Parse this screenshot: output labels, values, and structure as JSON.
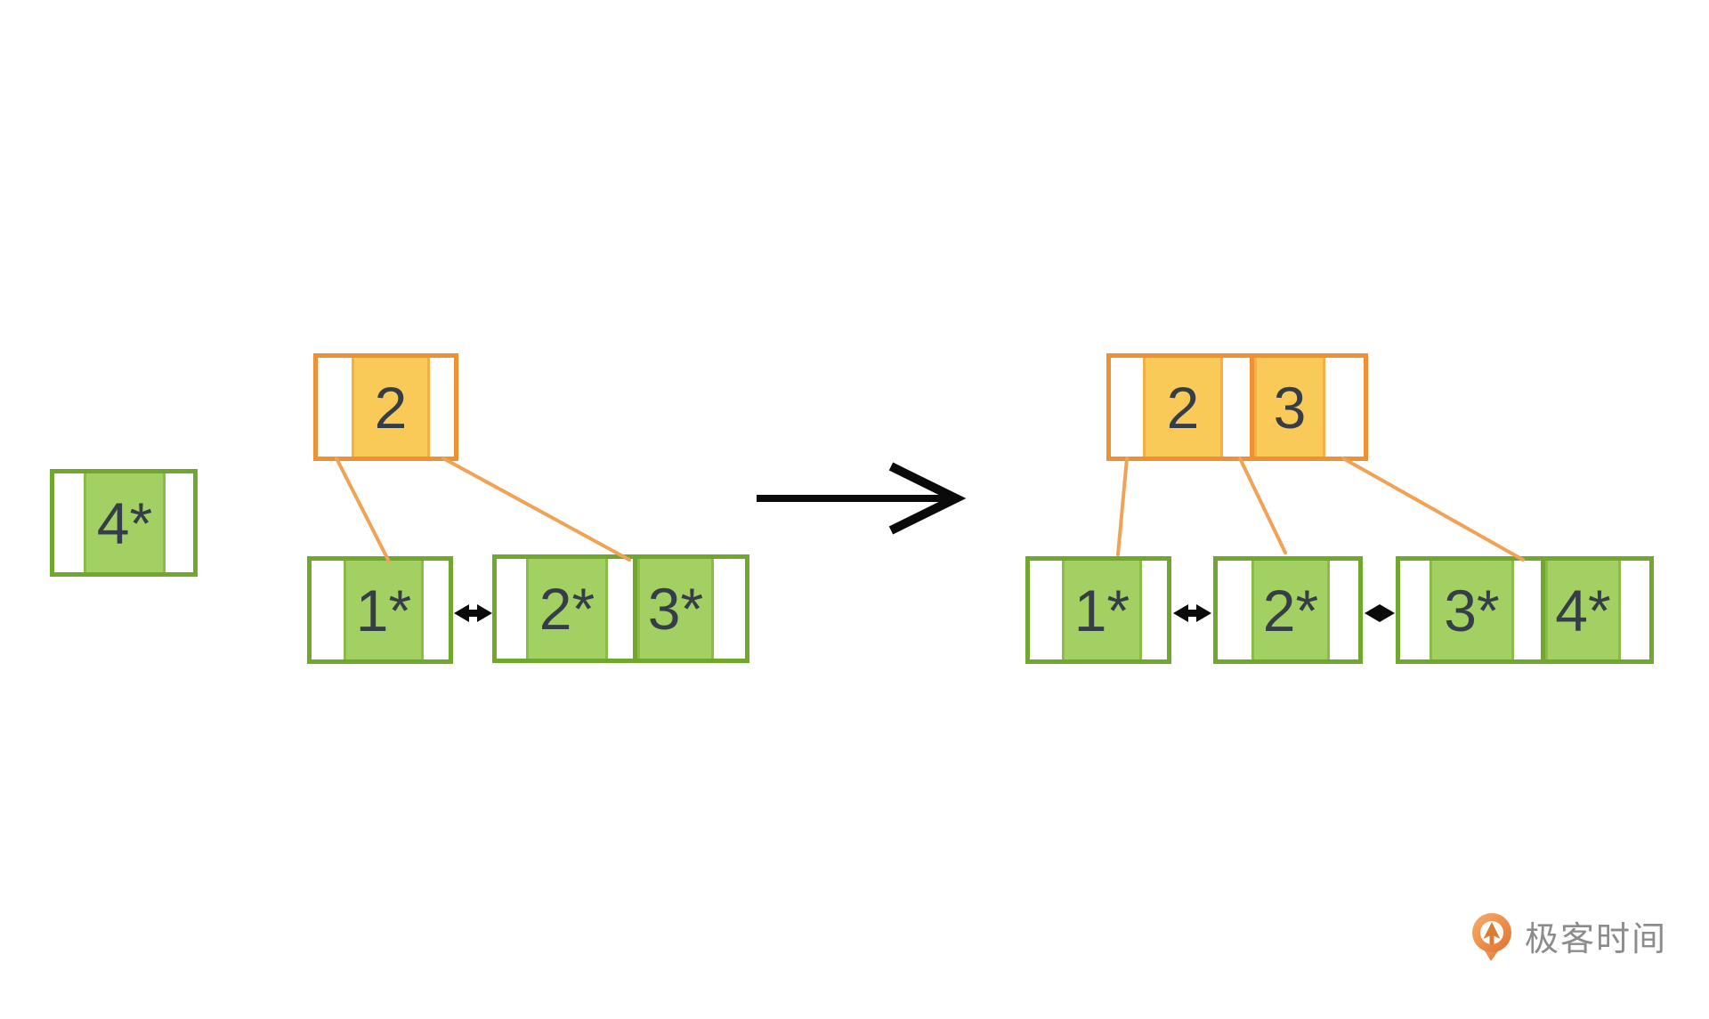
{
  "palette": {
    "green_fill": "#A3D063",
    "green_border": "#6FA82D",
    "orange_fill": "#FACA58",
    "orange_border": "#EE9134",
    "pointer_line_orange": "#F0A355",
    "value_text": "#353E48",
    "arrow_black": "#0A0A0A",
    "logo_orange_dark": "#E2702E",
    "logo_orange_light": "#F6B06C",
    "logo_text_gray": "#8C8C8C"
  },
  "diagram": {
    "inserted_record": {
      "value": "4*"
    },
    "before_tree": {
      "root": {
        "keys": [
          "2"
        ]
      },
      "leaf_left": {
        "records": [
          "1*"
        ]
      },
      "leaf_right": {
        "records": [
          "2*",
          "3*"
        ]
      }
    },
    "after_tree": {
      "root": {
        "keys": [
          "2",
          "3"
        ]
      },
      "leaf_left": {
        "records": [
          "1*"
        ]
      },
      "leaf_middle": {
        "records": [
          "2*"
        ]
      },
      "leaf_right": {
        "records": [
          "3*",
          "4*"
        ]
      }
    }
  },
  "logo": {
    "brand_text": "极客时间"
  }
}
